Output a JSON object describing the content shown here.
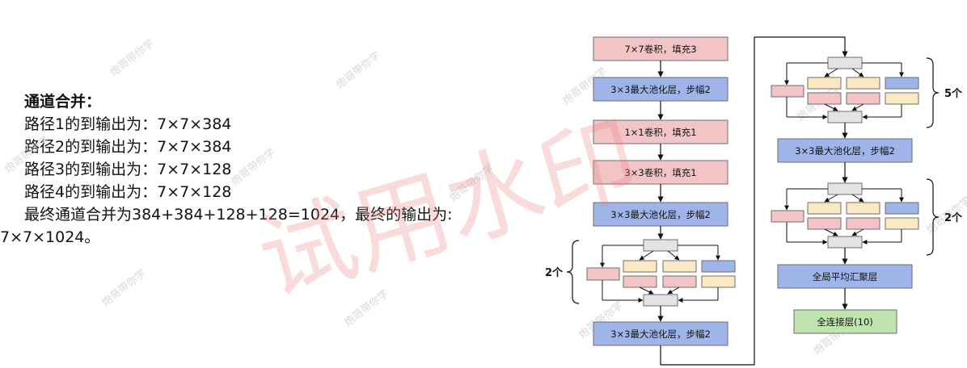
{
  "text": {
    "heading": "通道合并：",
    "lines": [
      "路径1的到输出为：7×7×384",
      "路径2的到输出为：7×7×384",
      "路径3的到输出为：7×7×128",
      "路径4的到输出为：7×7×128",
      "最终通道合并为384+384+128+128=1024，最终的输出为:",
      "7×7×1024。"
    ]
  },
  "diagram": {
    "left_column": [
      "7×7卷积，填充3",
      "3×3最大池化层，步幅2",
      "1×1卷积，填充1",
      "3×3卷积，填充1",
      "3×3最大池化层，步幅2",
      "3×3最大池化层，步幅2"
    ],
    "right_column": [
      "3×3最大池化层，步幅2",
      "全局平均汇聚层",
      "全连接层(10)"
    ],
    "repeat_labels": [
      "2个",
      "5个",
      "2个"
    ]
  },
  "watermark": {
    "main": "试用水印",
    "small": "炮哥带你学"
  },
  "colors": {
    "pink": "#f2c4c6",
    "blue": "#9fb5ea",
    "yellow": "#fbe9c3",
    "gray": "#e3e3e6",
    "green": "#bfe4ae",
    "border": "#6e6e6e"
  }
}
